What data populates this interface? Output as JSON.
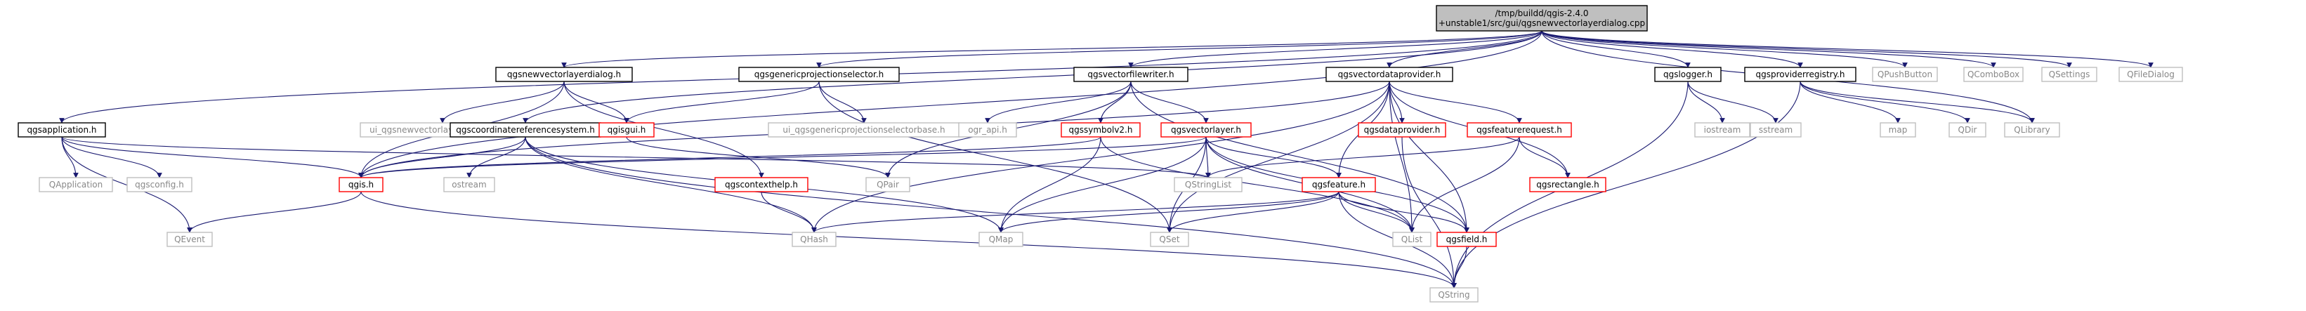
{
  "colors": {
    "root_fill": "#bfbfbf",
    "linked_border": "#000000",
    "undocumented_border": "#ff0000",
    "external_border": "#bfbfbf",
    "external_text": "#888888",
    "edge": "#191970"
  },
  "nodes": [
    {
      "id": "root",
      "lines": [
        "/tmp/buildd/qgis-2.4.0",
        "+unstable1/src/gui/qgsnewvectorlayerdialog.cpp"
      ],
      "kind": "root"
    },
    {
      "id": "newdlg",
      "lines": [
        "qgsnewvectorlayerdialog.h"
      ],
      "kind": "linked"
    },
    {
      "id": "genproj",
      "lines": [
        "qgsgenericprojectionselector.h"
      ],
      "kind": "linked"
    },
    {
      "id": "vfw",
      "lines": [
        "qgsvectorfilewriter.h"
      ],
      "kind": "linked"
    },
    {
      "id": "vdp",
      "lines": [
        "qgsvectordataprovider.h"
      ],
      "kind": "linked"
    },
    {
      "id": "logger",
      "lines": [
        "qgslogger.h"
      ],
      "kind": "linked"
    },
    {
      "id": "provreg",
      "lines": [
        "qgsproviderregistry.h"
      ],
      "kind": "linked"
    },
    {
      "id": "qpush",
      "lines": [
        "QPushButton"
      ],
      "kind": "external"
    },
    {
      "id": "qcombo",
      "lines": [
        "QComboBox"
      ],
      "kind": "external"
    },
    {
      "id": "qsettings",
      "lines": [
        "QSettings"
      ],
      "kind": "external"
    },
    {
      "id": "qfiledlg",
      "lines": [
        "QFileDialog"
      ],
      "kind": "external"
    },
    {
      "id": "app",
      "lines": [
        "qgsapplication.h"
      ],
      "kind": "linked"
    },
    {
      "id": "uinewdlg",
      "lines": [
        "ui_qgsnewvectorlayerdialogbase.h"
      ],
      "kind": "external"
    },
    {
      "id": "crs",
      "lines": [
        "qgscoordinatereferencesystem.h"
      ],
      "kind": "linked"
    },
    {
      "id": "qgisgui",
      "lines": [
        "qgisgui.h"
      ],
      "kind": "undocumented"
    },
    {
      "id": "uiproj",
      "lines": [
        "ui_qgsgenericprojectionselectorbase.h"
      ],
      "kind": "external"
    },
    {
      "id": "ogr",
      "lines": [
        "ogr_api.h"
      ],
      "kind": "external"
    },
    {
      "id": "symv2",
      "lines": [
        "qgssymbolv2.h"
      ],
      "kind": "undocumented"
    },
    {
      "id": "vlayer",
      "lines": [
        "qgsvectorlayer.h"
      ],
      "kind": "undocumented"
    },
    {
      "id": "dataprov",
      "lines": [
        "qgsdataprovider.h"
      ],
      "kind": "undocumented"
    },
    {
      "id": "featreq",
      "lines": [
        "qgsfeaturerequest.h"
      ],
      "kind": "undocumented"
    },
    {
      "id": "iostream",
      "lines": [
        "iostream"
      ],
      "kind": "external"
    },
    {
      "id": "sstream",
      "lines": [
        "sstream"
      ],
      "kind": "external"
    },
    {
      "id": "map",
      "lines": [
        "map"
      ],
      "kind": "external"
    },
    {
      "id": "qdir",
      "lines": [
        "QDir"
      ],
      "kind": "external"
    },
    {
      "id": "qlibrary",
      "lines": [
        "QLibrary"
      ],
      "kind": "external"
    },
    {
      "id": "qapp",
      "lines": [
        "QApplication"
      ],
      "kind": "external"
    },
    {
      "id": "qgsconfig",
      "lines": [
        "qgsconfig.h"
      ],
      "kind": "external"
    },
    {
      "id": "qgis",
      "lines": [
        "qgis.h"
      ],
      "kind": "undocumented"
    },
    {
      "id": "ostream",
      "lines": [
        "ostream"
      ],
      "kind": "external"
    },
    {
      "id": "ctxhelp",
      "lines": [
        "qgscontexthelp.h"
      ],
      "kind": "undocumented"
    },
    {
      "id": "qpair",
      "lines": [
        "QPair"
      ],
      "kind": "external"
    },
    {
      "id": "qstringlist",
      "lines": [
        "QStringList"
      ],
      "kind": "external"
    },
    {
      "id": "feature",
      "lines": [
        "qgsfeature.h"
      ],
      "kind": "undocumented"
    },
    {
      "id": "rect",
      "lines": [
        "qgsrectangle.h"
      ],
      "kind": "undocumented"
    },
    {
      "id": "qevent",
      "lines": [
        "QEvent"
      ],
      "kind": "external"
    },
    {
      "id": "qhash",
      "lines": [
        "QHash"
      ],
      "kind": "external"
    },
    {
      "id": "qmap",
      "lines": [
        "QMap"
      ],
      "kind": "external"
    },
    {
      "id": "qset",
      "lines": [
        "QSet"
      ],
      "kind": "external"
    },
    {
      "id": "qlist",
      "lines": [
        "QList"
      ],
      "kind": "external"
    },
    {
      "id": "field",
      "lines": [
        "qgsfield.h"
      ],
      "kind": "undocumented"
    },
    {
      "id": "qstring",
      "lines": [
        "QString"
      ],
      "kind": "external"
    }
  ],
  "edges": [
    [
      "root",
      "newdlg"
    ],
    [
      "root",
      "genproj"
    ],
    [
      "root",
      "vfw"
    ],
    [
      "root",
      "vdp"
    ],
    [
      "root",
      "logger"
    ],
    [
      "root",
      "provreg"
    ],
    [
      "root",
      "qpush"
    ],
    [
      "root",
      "qcombo"
    ],
    [
      "root",
      "qsettings"
    ],
    [
      "root",
      "qfiledlg"
    ],
    [
      "root",
      "app"
    ],
    [
      "root",
      "crs"
    ],
    [
      "root",
      "qgis"
    ],
    [
      "root",
      "qlibrary"
    ],
    [
      "newdlg",
      "uinewdlg"
    ],
    [
      "newdlg",
      "qgisgui"
    ],
    [
      "newdlg",
      "qgis"
    ],
    [
      "newdlg",
      "ctxhelp"
    ],
    [
      "genproj",
      "uiproj"
    ],
    [
      "genproj",
      "qgisgui"
    ],
    [
      "genproj",
      "qset"
    ],
    [
      "vfw",
      "ogr"
    ],
    [
      "vfw",
      "symv2"
    ],
    [
      "vfw",
      "vlayer"
    ],
    [
      "vfw",
      "qpair"
    ],
    [
      "vfw",
      "field"
    ],
    [
      "vdp",
      "qgis"
    ],
    [
      "vdp",
      "dataprov"
    ],
    [
      "vdp",
      "featreq"
    ],
    [
      "vdp",
      "feature"
    ],
    [
      "vdp",
      "rect"
    ],
    [
      "vdp",
      "qhash"
    ],
    [
      "vdp",
      "qset"
    ],
    [
      "vdp",
      "qlist"
    ],
    [
      "vdp",
      "field"
    ],
    [
      "logger",
      "iostream"
    ],
    [
      "logger",
      "sstream"
    ],
    [
      "logger",
      "qstring"
    ],
    [
      "provreg",
      "map"
    ],
    [
      "provreg",
      "qdir"
    ],
    [
      "provreg",
      "qlibrary"
    ],
    [
      "provreg",
      "qstring"
    ],
    [
      "app",
      "qapp"
    ],
    [
      "app",
      "qgsconfig"
    ],
    [
      "app",
      "qgis"
    ],
    [
      "app",
      "qevent"
    ],
    [
      "app",
      "qstringlist"
    ],
    [
      "crs",
      "qgis"
    ],
    [
      "crs",
      "ostream"
    ],
    [
      "crs",
      "qhash"
    ],
    [
      "crs",
      "qmap"
    ],
    [
      "crs",
      "qstring"
    ],
    [
      "qgisgui",
      "qpair"
    ],
    [
      "symv2",
      "qgis"
    ],
    [
      "symv2",
      "qmap"
    ],
    [
      "symv2",
      "qlist"
    ],
    [
      "vlayer",
      "qgis"
    ],
    [
      "vlayer",
      "qstringlist"
    ],
    [
      "vlayer",
      "feature"
    ],
    [
      "vlayer",
      "qmap"
    ],
    [
      "vlayer",
      "qset"
    ],
    [
      "vlayer",
      "qlist"
    ],
    [
      "vlayer",
      "field"
    ],
    [
      "dataprov",
      "qstring"
    ],
    [
      "featreq",
      "qstringlist"
    ],
    [
      "featreq",
      "rect"
    ],
    [
      "featreq",
      "qlist"
    ],
    [
      "qgis",
      "qevent"
    ],
    [
      "qgis",
      "qstring"
    ],
    [
      "ctxhelp",
      "qhash"
    ],
    [
      "feature",
      "qhash"
    ],
    [
      "feature",
      "qmap"
    ],
    [
      "feature",
      "qset"
    ],
    [
      "feature",
      "qlist"
    ],
    [
      "feature",
      "field"
    ],
    [
      "feature",
      "qstring"
    ],
    [
      "field",
      "qstring"
    ]
  ]
}
